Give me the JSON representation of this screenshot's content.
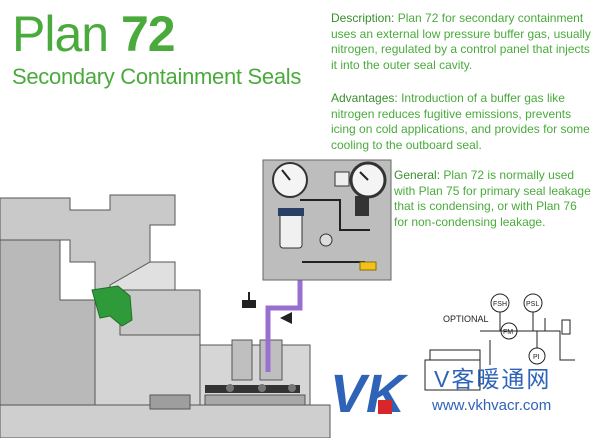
{
  "title": {
    "prefix": "Plan",
    "number": "72",
    "subtitle": "Secondary Containment Seals"
  },
  "sections": {
    "description": {
      "heading": "Description:",
      "text": "Plan 72 for secondary containment uses an external low pressure buffer gas, usually nitrogen, regulated by a control panel that injects it into the outer seal cavity."
    },
    "advantages": {
      "heading": "Advantages:",
      "text": "Introduction of a buffer gas like nitrogen reduces fugitive emissions, prevents icing on cold applications, and provides for some cooling to the outboard seal."
    },
    "general": {
      "heading": "General:",
      "text": "Plan 72 is normally used with Plan 75 for primary seal leakage that is condensing, or with Plan 76 for non-condensing leakage."
    }
  },
  "schematic": {
    "optional_label": "OPTIONAL",
    "instruments": {
      "fsh": "FSH",
      "psl": "PSL",
      "fm": "FM",
      "pi": "PI"
    }
  },
  "watermark": {
    "logo_text": "VK",
    "cn_text": "V客暖通网",
    "url": "www.vkhvacr.com"
  },
  "colors": {
    "accent": "#4aab3c",
    "pump_gray": "#c9c9c9",
    "panel_gray": "#bdbdbd",
    "seal_green": "#2f9a3a",
    "pipe_purple": "#9b6fd0",
    "watermark_blue": "#2f63b8",
    "watermark_red": "#d8262b"
  }
}
